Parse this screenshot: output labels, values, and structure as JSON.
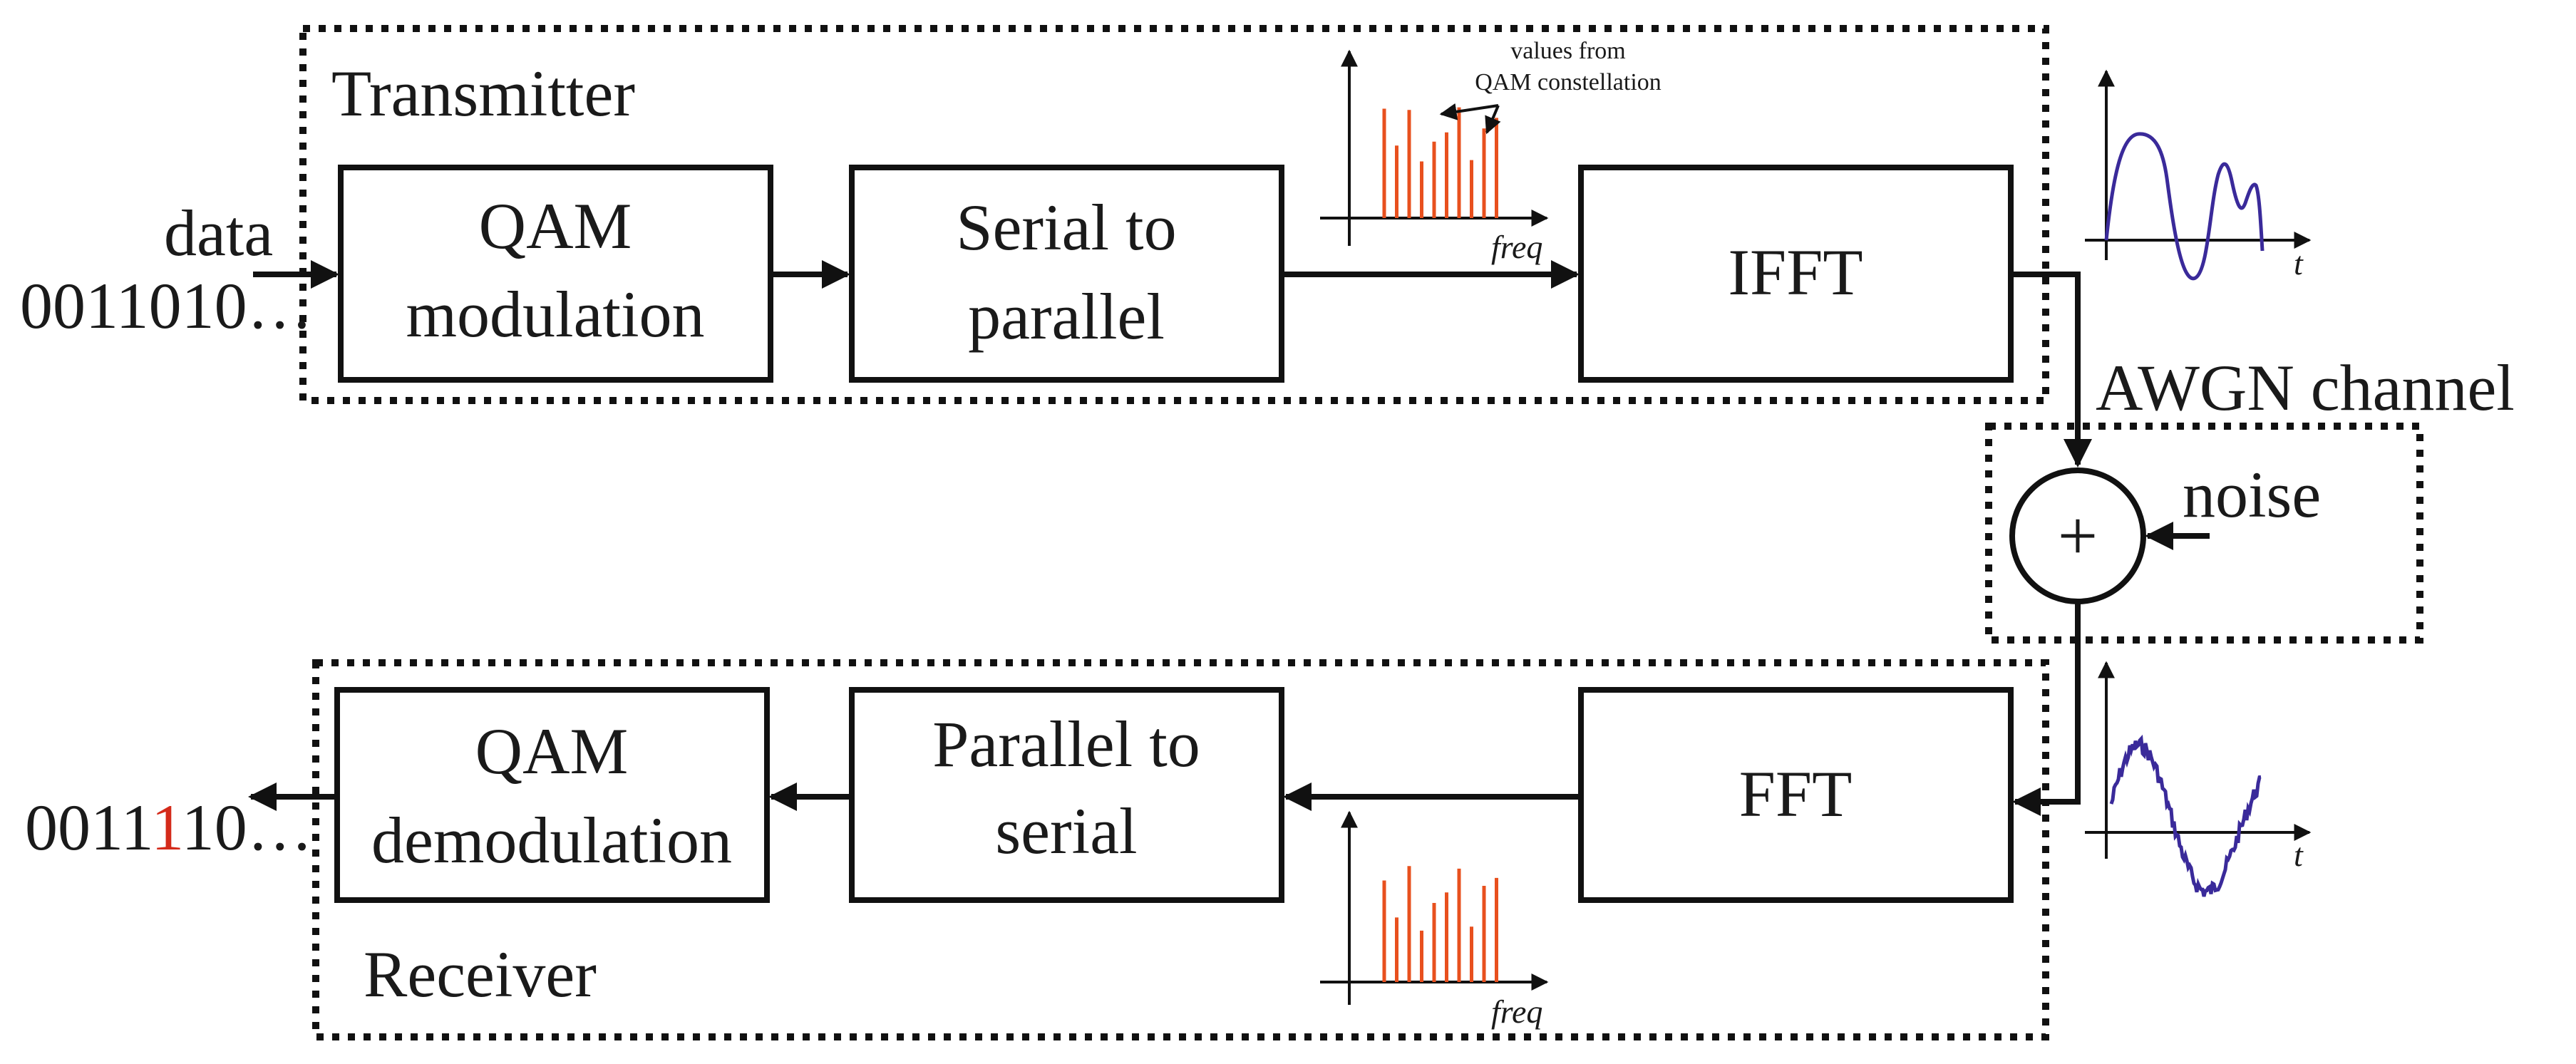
{
  "transmitter": {
    "label": "Transmitter",
    "input_label": "data",
    "input_bits": "0011010…",
    "qam_block": [
      "QAM",
      "modulation"
    ],
    "s2p_block": [
      "Serial to",
      "parallel"
    ],
    "ifft_block": "IFFT",
    "freq_plot": {
      "axis_label": "freq",
      "annotation": [
        "values from",
        "QAM constellation"
      ],
      "bar_heights": [
        0.83,
        0.55,
        0.82,
        0.43,
        0.58,
        0.65,
        0.84,
        0.44,
        0.68,
        0.76
      ],
      "color": "#e8501e"
    },
    "time_plot": {
      "axis_label": "t",
      "color": "#3a2a9a"
    }
  },
  "channel": {
    "label": "AWGN channel",
    "noise_label": "noise",
    "adder_symbol": "+"
  },
  "receiver": {
    "label": "Receiver",
    "output_bits_prefix": "0011",
    "output_bits_error": "1",
    "output_bits_suffix": "10…",
    "error_color": "#d42a1a",
    "qam_block": [
      "QAM",
      "demodulation"
    ],
    "p2s_block": [
      "Parallel to",
      "serial"
    ],
    "fft_block": "FFT",
    "freq_plot": {
      "axis_label": "freq",
      "bar_heights": [
        0.77,
        0.49,
        0.88,
        0.39,
        0.6,
        0.68,
        0.86,
        0.42,
        0.73,
        0.79
      ],
      "color": "#e8501e"
    },
    "time_plot": {
      "axis_label": "t",
      "color": "#3a2a9a"
    }
  }
}
